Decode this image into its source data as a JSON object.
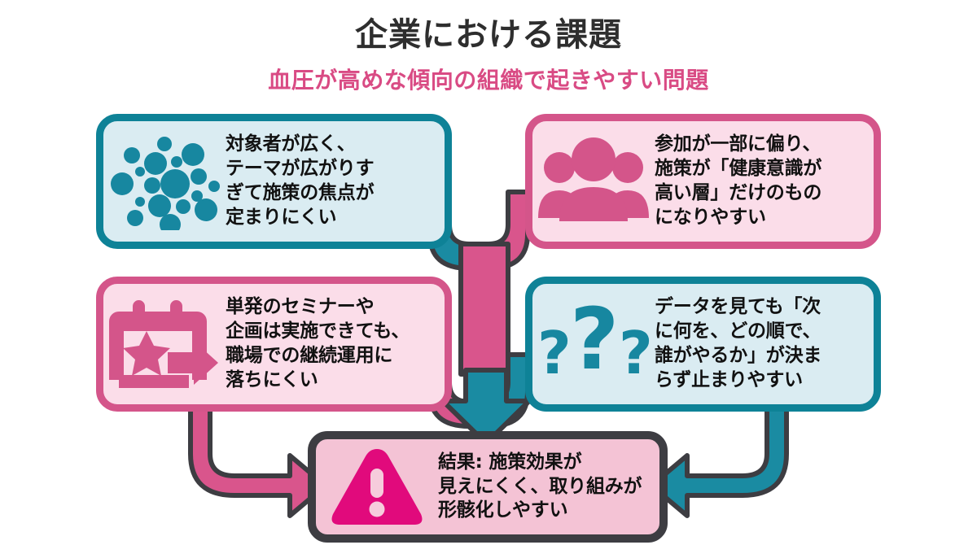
{
  "header": {
    "title": "企業における課題",
    "subtitle": "血圧が高めな傾向の組織で起きやすい問題",
    "title_color": "#2e2e2e",
    "subtitle_color": "#d94b84"
  },
  "colors": {
    "teal_border": "#0e8297",
    "teal_fill": "#daecf2",
    "teal_icon": "#1787a0",
    "pink_border": "#d4558a",
    "pink_fill": "#fbdde9",
    "pink_icon": "#d4558a",
    "result_border": "#3d3d42",
    "result_fill": "#f4c3d5",
    "warning_icon": "#e10a7c",
    "arrow_teal": "#1a8ba2",
    "arrow_pink": "#d9558c",
    "arrow_outline": "#3d3d42"
  },
  "cards": [
    {
      "id": "card-1",
      "theme": "teal",
      "icon": "scatter-dots-icon",
      "text": "対象者が広く、\nテーマが広がりす\nぎて施策の焦点が\n定まりにくい"
    },
    {
      "id": "card-2",
      "theme": "pink",
      "icon": "people-group-icon",
      "text": "参加が一部に偏り、\n施策が「健康意識が\n高い層」だけのもの\nになりやすい"
    },
    {
      "id": "card-3",
      "theme": "pink",
      "icon": "calendar-star-arrow-icon",
      "text": "単発のセミナーや\n企画は実施できても、\n職場での継続運用に\n落ちにくい"
    },
    {
      "id": "card-4",
      "theme": "teal",
      "icon": "question-marks-icon",
      "text": "データを見ても「次\nに何を、どの順で、\n誰がやるか」が決ま\nらず止まりやすい"
    }
  ],
  "result": {
    "icon": "warning-triangle-icon",
    "text": "結果: 施策効果が\n見えにくく、取り組みが\n形骸化しやすい"
  },
  "connectors": [
    {
      "name": "card1-to-center",
      "color": "teal",
      "style": "curve-merge-down"
    },
    {
      "name": "card2-to-center",
      "color": "pink",
      "style": "curve-merge-down"
    },
    {
      "name": "card3-to-center",
      "color": "pink",
      "style": "curve-merge-down"
    },
    {
      "name": "card4-to-center",
      "color": "teal",
      "style": "curve-merge-down"
    },
    {
      "name": "center-to-result",
      "color": "teal",
      "style": "arrow-down"
    },
    {
      "name": "card3-to-result-left",
      "color": "pink",
      "style": "elbow-arrow-right"
    },
    {
      "name": "card4-to-result-right",
      "color": "teal",
      "style": "elbow-arrow-left"
    }
  ]
}
